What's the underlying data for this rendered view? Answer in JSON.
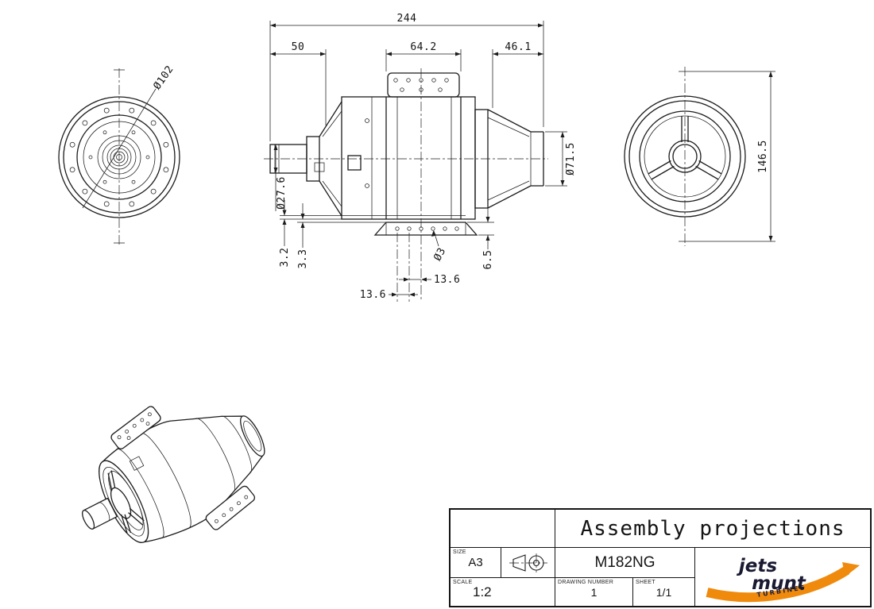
{
  "views": {
    "front": {
      "dim_diameter": "Ø102"
    },
    "side": {
      "dim_overall": "244",
      "dim_front": "50",
      "dim_mid": "64.2",
      "dim_rear": "46.1",
      "dim_shaft_dia": "Ø27.6",
      "dim_nozzle_dia": "Ø71.5",
      "dim_gap1": "3.2",
      "dim_gap2": "3.3",
      "dim_hole_dia": "Ø3",
      "dim_bracket_h": "6.5",
      "dim_pitch_right": "13.6",
      "dim_pitch_left": "13.6"
    },
    "rear": {
      "dim_outer_dia": "146.5"
    }
  },
  "title_block": {
    "title": "Assembly projections",
    "size": {
      "label": "SIZE",
      "value": "A3"
    },
    "scale": {
      "label": "SCALE",
      "value": "1:2"
    },
    "drawing_number": {
      "label": "DRAWING NUMBER",
      "value": "1"
    },
    "sheet": {
      "label": "SHEET",
      "value": "1/1"
    },
    "model": "M182NG",
    "logo": {
      "word1": "jets",
      "word2": "munt",
      "tagline": "TURBINES"
    }
  },
  "colors": {
    "line": "#1c1c1c",
    "logo_orange": "#EF8A0C",
    "logo_dark": "#191932"
  }
}
